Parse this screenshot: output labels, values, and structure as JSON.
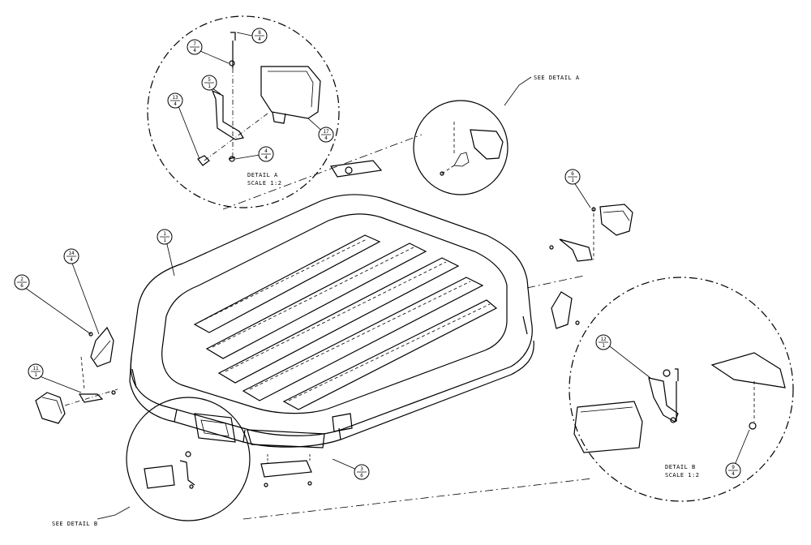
{
  "callouts": {
    "see_detail_a": "SEE DETAIL A",
    "see_detail_b": "SEE DETAIL B"
  },
  "detail_a": {
    "title": "DETAIL A",
    "scale": "SCALE 1:2"
  },
  "detail_b": {
    "title": "DETAIL B",
    "scale": "SCALE 1:2"
  },
  "bubbles": {
    "b1": {
      "num": "1",
      "den": "1"
    },
    "b2": {
      "num": "2",
      "den": "6"
    },
    "b14": {
      "num": "14",
      "den": "4"
    },
    "b11": {
      "num": "11",
      "den": "1"
    },
    "b3": {
      "num": "3",
      "den": "6"
    },
    "a7": {
      "num": "7",
      "den": "4"
    },
    "a8": {
      "num": "8",
      "den": "4"
    },
    "a5": {
      "num": "5",
      "den": "1"
    },
    "a13": {
      "num": "13",
      "den": "4"
    },
    "a17": {
      "num": "17",
      "den": "4"
    },
    "a4": {
      "num": "4",
      "den": "4"
    },
    "r6": {
      "num": "6",
      "den": "1"
    },
    "d12": {
      "num": "12",
      "den": "1"
    },
    "d9": {
      "num": "9",
      "den": "4"
    }
  }
}
